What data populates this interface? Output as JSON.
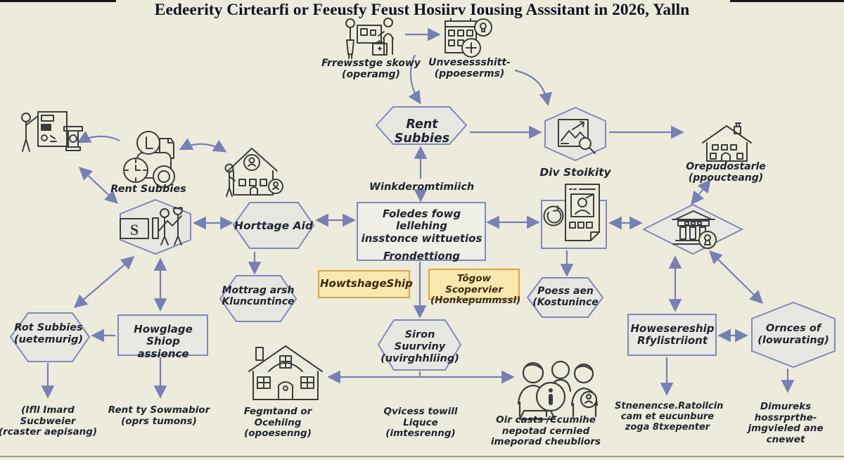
{
  "title": "Eedeerity Cirtearfi or Feeusfy Feust Hosiirv Iousing Asssitant in 2026, Yalln",
  "colors": {
    "background": "#edecdc",
    "shape_fill": "#e7e7e2",
    "shape_border": "#8088bc",
    "arrow": "#777fb4",
    "highlight_fill": "#fbe8af",
    "highlight_border": "#dba43e",
    "text": "#20242e",
    "icon_stroke": "#3c3c3c"
  },
  "icons": [
    "reception-desk-icon",
    "calendar-assessment-icon",
    "presenter-flipchart-icon",
    "coins-documents-icon",
    "house-family-icon",
    "savings-people-icon",
    "market-chart-search-icon",
    "phone-profile-sync-icon",
    "bank-keyhole-icon",
    "property-house-icon",
    "farm-house-icon",
    "community-people-icon"
  ],
  "nodes": {
    "intake_label": {
      "line1": "Frrewsstge skowy",
      "line2": "(operamg)"
    },
    "assessment_label": {
      "line1": "Unvesessshitt-",
      "line2": "(ppoeserms)"
    },
    "rent_subsidies_hex": {
      "label": "Rent Subbies"
    },
    "market_stability_label": {
      "label": "Div Stoikity"
    },
    "property_label": {
      "line1": "Orepudostarle",
      "line2": "(ppoucteang)"
    },
    "underwriting_label": {
      "label": "Winkderomtimiich"
    },
    "rent_subsidies_icon_label": {
      "label": "Rent Subbies"
    },
    "mortgage_aid_hex": {
      "label": "Horttage Aid"
    },
    "central_box": {
      "line1": "Foledes fowg lellehing",
      "line2": "insstonce wittuetios",
      "line3": "Frondettiong"
    },
    "mortgage_insurance_hex": {
      "line1": "Mottrag arsh",
      "line2": "Kluncuntince"
    },
    "homeownership_tag": {
      "label": "HowtshageShip"
    },
    "town_supporter_tag": {
      "line1": "Tôgow Scopervier",
      "line2": "(Honkepummssl)"
    },
    "possession_hex": {
      "line1": "Poess aen",
      "line2": "(Kostunince"
    },
    "rot_subsidies_hex": {
      "line1": "Rot Subbies",
      "line2": "(uetemurig)"
    },
    "howglage_box": {
      "line1": "Howglage Shiop",
      "line2": "assience"
    },
    "imard_label": {
      "line1": "(Ifll Imard Sucbweier",
      "line2": "(rcaster aepisang)"
    },
    "rent_info_label": {
      "line1": "Rent ty Sowmabior",
      "line2": "(oprs tumons)"
    },
    "siron_hex": {
      "line1": "Siron Suurviny",
      "line2": "(uvirghhliing)"
    },
    "farmstead_label": {
      "line1": "Fegmtand or Ocehiing",
      "line2": "(opoesenng)"
    },
    "access_label": {
      "line1": "Qvicess towill Liquce",
      "line2": "(imtesrenng)"
    },
    "community_label": {
      "line1": "Oir casts /Ccumihe",
      "line2": "nepotad cernied",
      "line3": "imeporad cheubliors"
    },
    "ownership_box": {
      "line1": "Howesereship",
      "line2": "Rfylistriiont"
    },
    "ornces_hex": {
      "line1": "Ornces of",
      "line2": "(lowurating)"
    },
    "residence_label": {
      "line1": "Stnenencse.Ratoilcin",
      "line2": "cam et eucunbure",
      "line3": "zoga 8txepenter"
    },
    "dimureks_label": {
      "line1": "Dimureks hossrprthe-",
      "line2": "jmgvieled ane cnewet"
    }
  }
}
